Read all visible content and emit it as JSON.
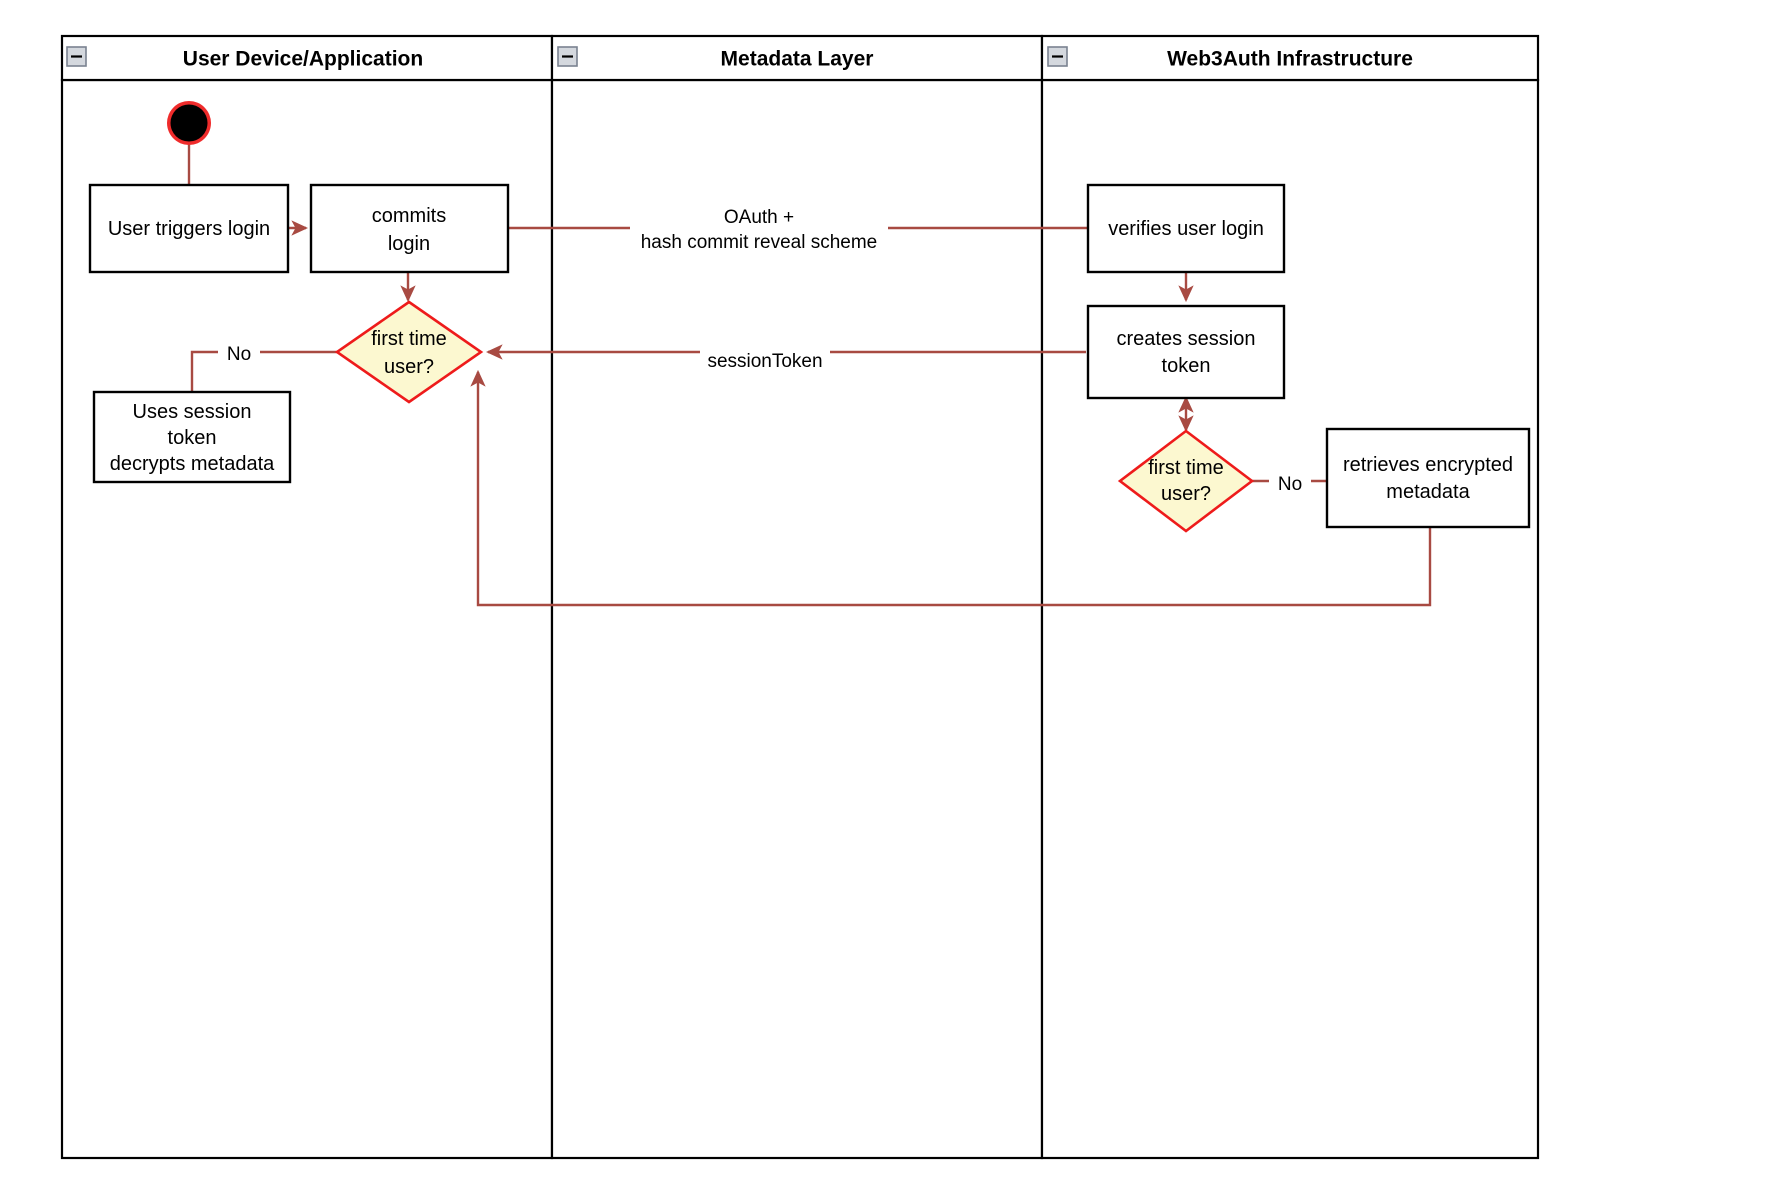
{
  "diagram": {
    "type": "uml-activity-swimlane",
    "title_visible": false,
    "colors": {
      "edge": "#a84a42",
      "decision_fill": "#fcf8d0",
      "decision_stroke": "#ee1b1b",
      "node_fill": "#ffffff",
      "node_stroke": "#000000",
      "lane_stroke": "#000000",
      "start_ring": "#ef2b2b",
      "start_fill": "#000000",
      "collapse_icon_fill": "#d4d8de"
    },
    "lanes": [
      {
        "id": "lane-user-device",
        "title": "User Device/Application",
        "collapse_icon": "minus-square-icon"
      },
      {
        "id": "lane-metadata",
        "title": "Metadata Layer",
        "collapse_icon": "minus-square-icon"
      },
      {
        "id": "lane-web3auth",
        "title": "Web3Auth Infrastructure",
        "collapse_icon": "minus-square-icon"
      }
    ],
    "nodes": [
      {
        "id": "start",
        "lane": "lane-user-device",
        "shape": "initial-node",
        "label": ""
      },
      {
        "id": "user-triggers-login",
        "lane": "lane-user-device",
        "shape": "activity",
        "label": "User triggers login",
        "lines": [
          "User triggers login"
        ]
      },
      {
        "id": "commits-login",
        "lane": "lane-user-device",
        "shape": "activity",
        "label": "commits login",
        "lines": [
          "commits",
          "login"
        ]
      },
      {
        "id": "first-time-user-client",
        "lane": "lane-user-device",
        "shape": "decision",
        "label": "first time user?",
        "lines": [
          "first time",
          "user?"
        ]
      },
      {
        "id": "uses-session-token",
        "lane": "lane-user-device",
        "shape": "activity",
        "label": "Uses session token decrypts metadata",
        "lines": [
          "Uses session",
          "token",
          "decrypts metadata"
        ]
      },
      {
        "id": "verifies-user-login",
        "lane": "lane-web3auth",
        "shape": "activity",
        "label": "verifies user login",
        "lines": [
          "verifies user login"
        ]
      },
      {
        "id": "creates-session-token",
        "lane": "lane-web3auth",
        "shape": "activity",
        "label": "creates session token",
        "lines": [
          "creates session",
          "token"
        ]
      },
      {
        "id": "first-time-user-server",
        "lane": "lane-web3auth",
        "shape": "decision",
        "label": "first time user?",
        "lines": [
          "first time",
          "user?"
        ]
      },
      {
        "id": "retrieves-encrypted-metadata",
        "lane": "lane-web3auth",
        "shape": "activity",
        "label": "retrieves encrypted metadata",
        "lines": [
          "retrieves encrypted",
          "metadata"
        ]
      }
    ],
    "edges": [
      {
        "id": "edge-start-to-trigger",
        "from": "start",
        "to": "user-triggers-login",
        "label": "",
        "arrow": "none"
      },
      {
        "id": "edge-trigger-to-commits",
        "from": "user-triggers-login",
        "to": "commits-login",
        "label": "",
        "arrow": "end"
      },
      {
        "id": "edge-commits-to-verifies",
        "from": "commits-login",
        "to": "verifies-user-login",
        "label_lines": [
          "OAuth +",
          "hash commit reveal scheme"
        ],
        "arrow": "none"
      },
      {
        "id": "edge-commits-to-decision",
        "from": "commits-login",
        "to": "first-time-user-client",
        "label": "",
        "arrow": "end"
      },
      {
        "id": "edge-decision-no-to-uses-session",
        "from": "first-time-user-client",
        "to": "uses-session-token",
        "label": "No",
        "arrow": "none"
      },
      {
        "id": "edge-verifies-to-creates",
        "from": "verifies-user-login",
        "to": "creates-session-token",
        "label": "",
        "arrow": "end"
      },
      {
        "id": "edge-creates-to-client-decision",
        "from": "creates-session-token",
        "to": "first-time-user-client",
        "label": "sessionToken",
        "arrow": "end"
      },
      {
        "id": "edge-creates-to-server-decision",
        "from": "creates-session-token",
        "to": "first-time-user-server",
        "label": "",
        "arrow": "both"
      },
      {
        "id": "edge-server-decision-no-to-retrieves",
        "from": "first-time-user-server",
        "to": "retrieves-encrypted-metadata",
        "label": "No",
        "arrow": "none"
      },
      {
        "id": "edge-retrieves-back-to-client-decision",
        "from": "retrieves-encrypted-metadata",
        "to": "first-time-user-client",
        "label": "",
        "arrow": "end"
      }
    ]
  }
}
